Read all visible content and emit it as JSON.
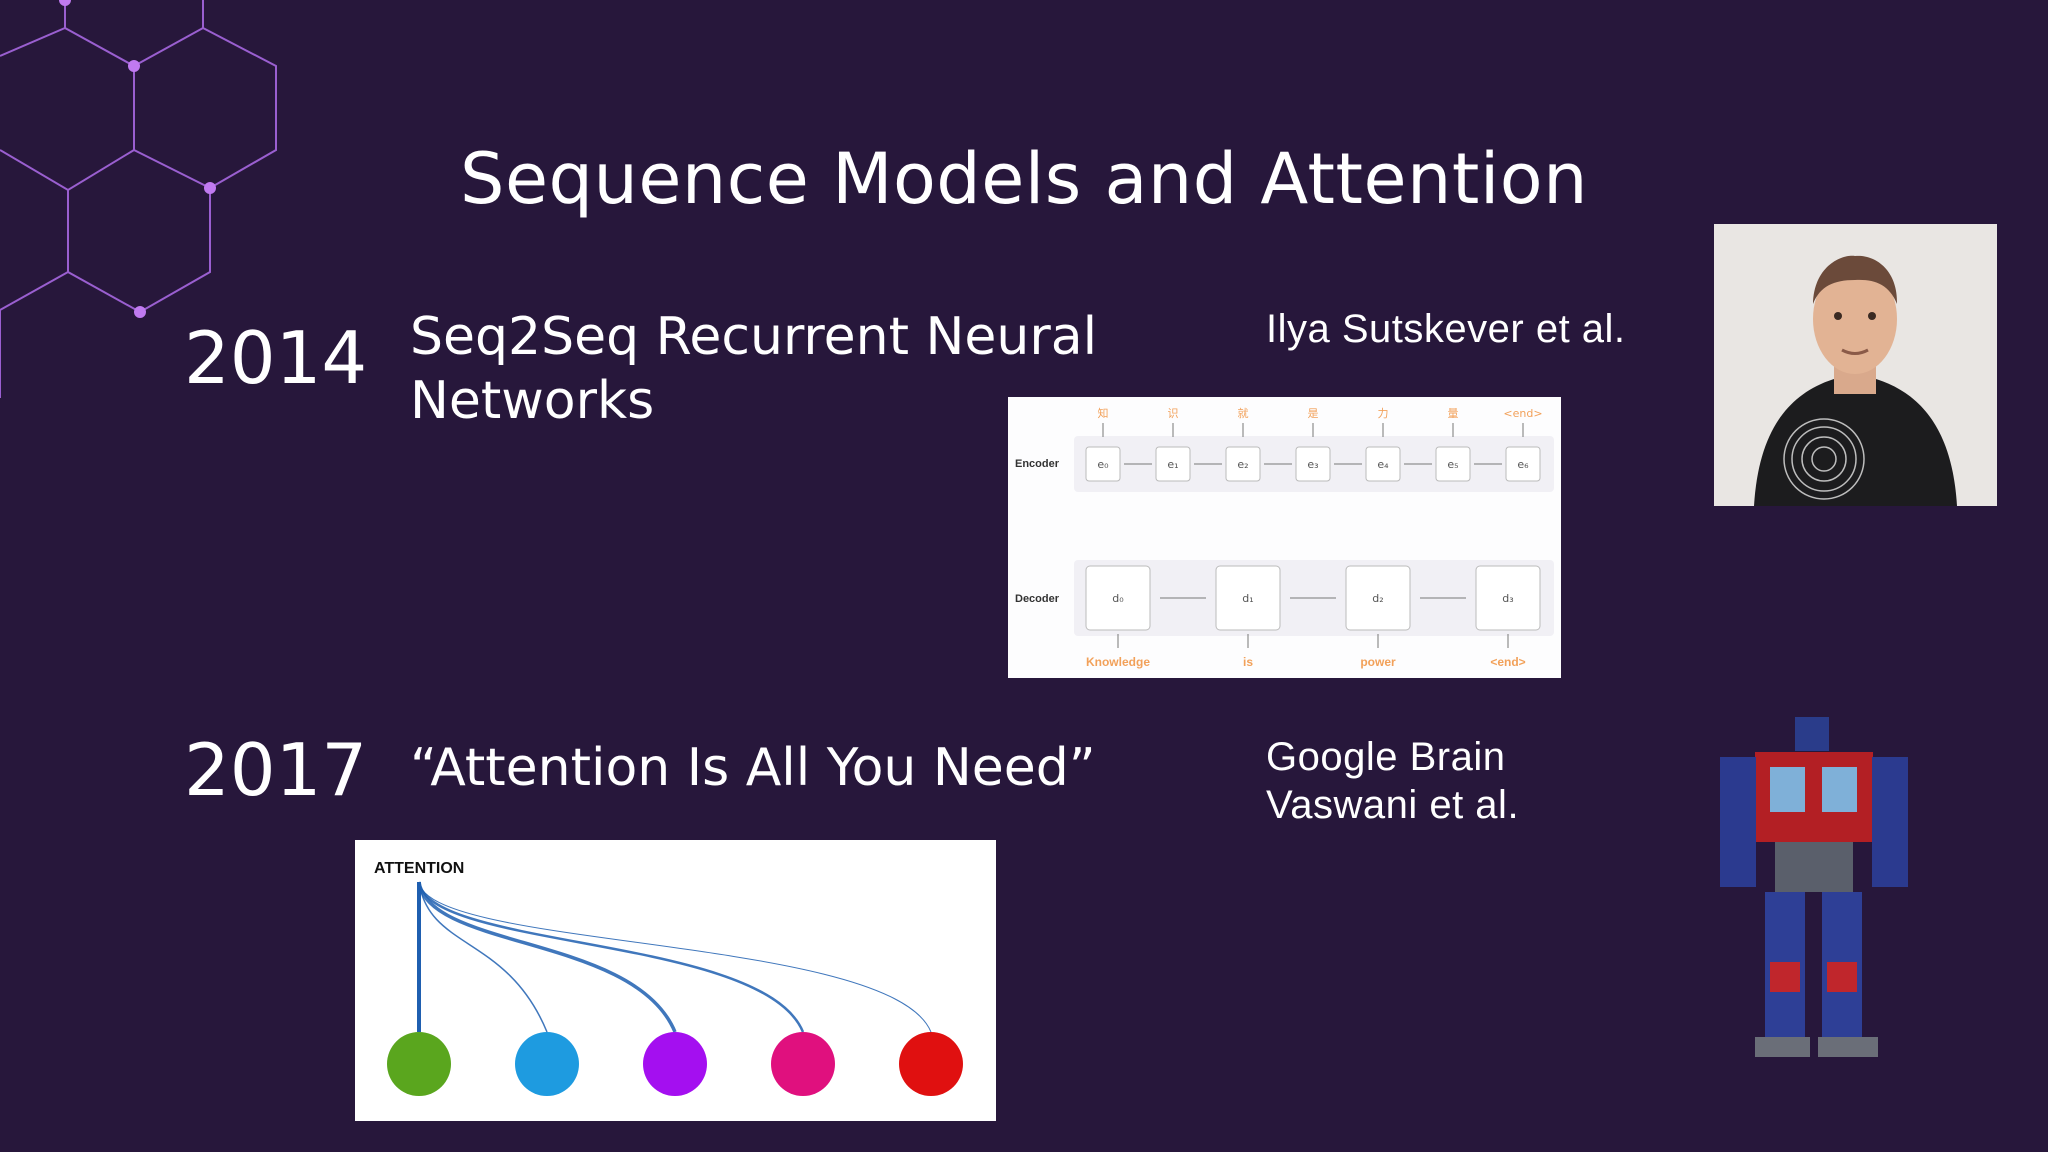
{
  "slide": {
    "title": "Sequence Models and Attention",
    "entries": [
      {
        "year": "2014",
        "paper": "Seq2Seq Recurrent Neural Networks",
        "authors": [
          "Ilya Sutskever et al."
        ]
      },
      {
        "year": "2017",
        "paper": "“Attention Is All You Need”",
        "authors": [
          "Google Brain",
          "Vaswani et al."
        ]
      }
    ]
  },
  "seq2seq_figure": {
    "encoder_label": "Encoder",
    "decoder_label": "Decoder",
    "input_tokens": [
      "知",
      "识",
      "就",
      "是",
      "力",
      "量",
      "<end>"
    ],
    "encoder_states": [
      "e₀",
      "e₁",
      "e₂",
      "e₃",
      "e₄",
      "e₅",
      "e₆"
    ],
    "decoder_states": [
      "d₀",
      "d₁",
      "d₂",
      "d₃"
    ],
    "output_tokens": [
      "Knowledge",
      "is",
      "power",
      "<end>"
    ],
    "token_color": "#f2a15a"
  },
  "attention_figure": {
    "label": "ATTENTION",
    "node_colors": [
      "#5aa61e",
      "#1e9be0",
      "#a40ff0",
      "#e0107e",
      "#e01010"
    ],
    "line_color": "#1f5fb0"
  },
  "images": {
    "portrait": "portrait-photo",
    "robot": "robot-figure"
  },
  "colors": {
    "background": "#27173b",
    "hexagon_accent": "#b06ee0"
  }
}
